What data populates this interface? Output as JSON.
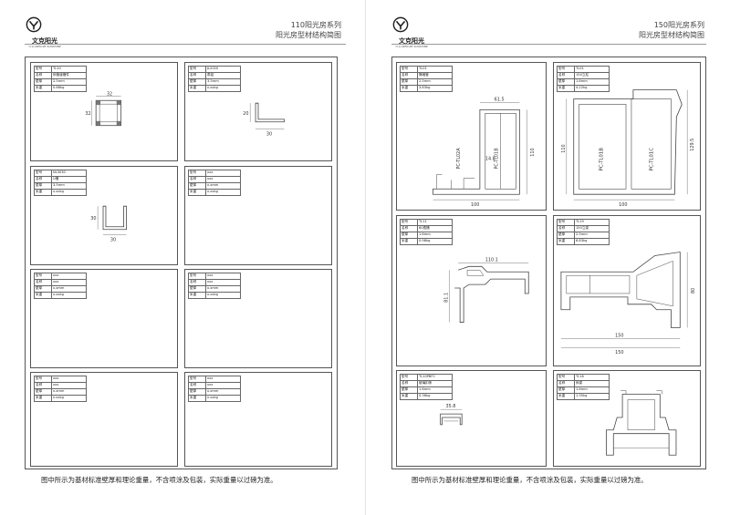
{
  "left_page": {
    "brand": "文克阳光",
    "brand_sub": "YI-LI-WEN-KE SUNSHINE",
    "title_line1": "110阳光房系列",
    "title_line2": "阳光房型材结构简图",
    "footer": "图中所示为基材标准壁厚和理论重量，不含喷涂及包装，实际重量以过磅为准。",
    "cards": [
      {
        "model": "TL10",
        "name": "斜管道槽件",
        "thickness": "2.5mm",
        "weight": "0.86kg",
        "dims": [
          "32",
          "32"
        ]
      },
      {
        "model": "JL2020",
        "name": "角铝",
        "thickness": "3.5mm",
        "weight": "x.xxkg",
        "dims": [
          "20",
          "30"
        ]
      },
      {
        "model": "NL3030",
        "name": "U槽",
        "thickness": "3.5mm",
        "weight": "x.xxkg",
        "dims": [
          "30",
          "30"
        ]
      },
      {
        "model": "xxx",
        "name": "xxx",
        "thickness": "x.xmm",
        "weight": "x.xxkg"
      },
      {
        "model": "xxx",
        "name": "xxx",
        "thickness": "x.xmm",
        "weight": "x.xxkg"
      },
      {
        "model": "xxx",
        "name": "xxx",
        "thickness": "x.xmm",
        "weight": "x.xxkg"
      },
      {
        "model": "xxx",
        "name": "xxx",
        "thickness": "x.xmm",
        "weight": "x.xxkg"
      },
      {
        "model": "xxx",
        "name": "xxx",
        "thickness": "x.xmm",
        "weight": "x.xxkg"
      }
    ]
  },
  "right_page": {
    "brand": "文克阳光",
    "brand_sub": "YI-LI-WEN-KE SUNSHINE",
    "title_line1": "150阳光房系列",
    "title_line2": "阳光房型材结构简图",
    "footer": "图中所示为基材标准壁厚和理论重量，不含喷涂及包装，实际重量以过磅为准。",
    "cards": [
      {
        "model": "TL01",
        "name": "隔墙管",
        "thickness": "2.5mm",
        "weight": "3.83kg",
        "dims": [
          "61.5",
          "14.8",
          "110",
          "100"
        ],
        "labels": [
          "PC-TL02A",
          "PC-TL01B"
        ]
      },
      {
        "model": "TL01",
        "name": "150立柱",
        "thickness": "1.6mm",
        "weight": "4.22kg",
        "dims": [
          "110",
          "129.5",
          "100"
        ],
        "labels": [
          "PC-TL01B",
          "PC-TL01C"
        ]
      },
      {
        "model": "TL11",
        "name": "80檐槽",
        "thickness": "1.6mm",
        "weight": "0.98kg",
        "dims": [
          "110.1",
          "81.1"
        ]
      },
      {
        "model": "TL19",
        "name": "150立梁",
        "thickness": "2.5mm",
        "weight": "6.83kg",
        "dims": [
          "80",
          "150",
          "150"
        ]
      },
      {
        "model": "TL10PBFC",
        "name": "玻璃扣条",
        "thickness": "1.6mm",
        "weight": "0.36kg",
        "dims": [
          "35.8"
        ]
      },
      {
        "model": "TL16",
        "name": "斜梁",
        "thickness": "1.6mm",
        "weight": "1.35kg"
      }
    ]
  },
  "spec_labels": [
    "型号",
    "名称",
    "壁厚",
    "米重"
  ],
  "colors": {
    "line": "#555555",
    "text": "#222222",
    "paper": "#ffffff"
  }
}
